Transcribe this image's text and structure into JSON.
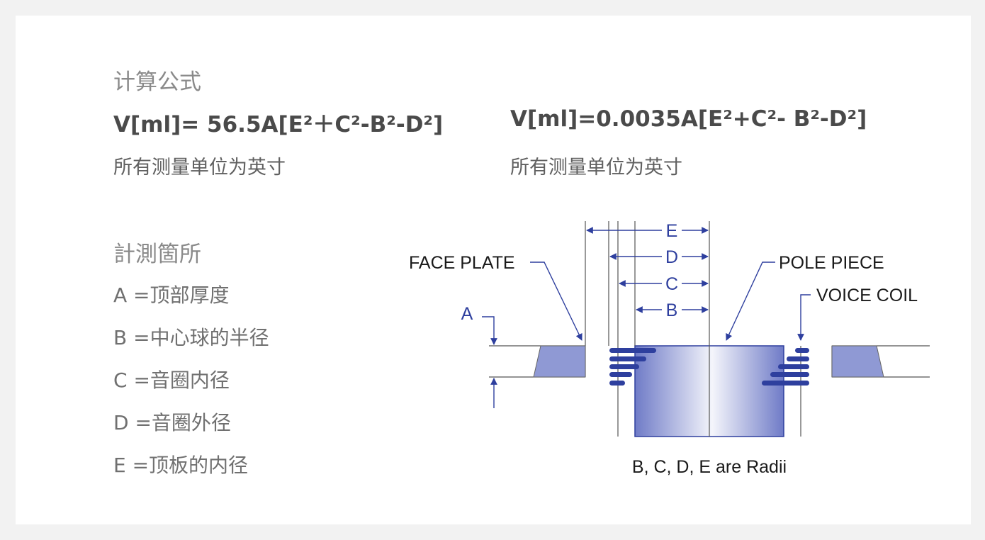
{
  "formula_section": {
    "title": "计算公式",
    "formula_metric": "V[ml]= 56.5A[E²＋C²-B²-D²]",
    "formula_imperial": "V[ml]=0.0035A[E²+C²- B²-D²]",
    "units_note_1": "所有测量单位为英寸",
    "units_note_2": "所有测量单位为英寸"
  },
  "measure_section": {
    "title": "計測箇所",
    "items": [
      "A =顶部厚度",
      "B =中心球的半径",
      "C =音圈内径",
      "D =音圈外径",
      "E =顶板的内径"
    ]
  },
  "diagram": {
    "labels": {
      "face_plate": "FACE PLATE",
      "pole_piece": "POLE PIECE",
      "voice_coil": "VOICE COIL",
      "A": "A",
      "B": "B",
      "C": "C",
      "D": "D",
      "E": "E",
      "caption": "B, C, D, E are Radii"
    },
    "colors": {
      "accent": "#2e3f9e",
      "text": "#1a1a1a",
      "line": "#555555"
    }
  }
}
